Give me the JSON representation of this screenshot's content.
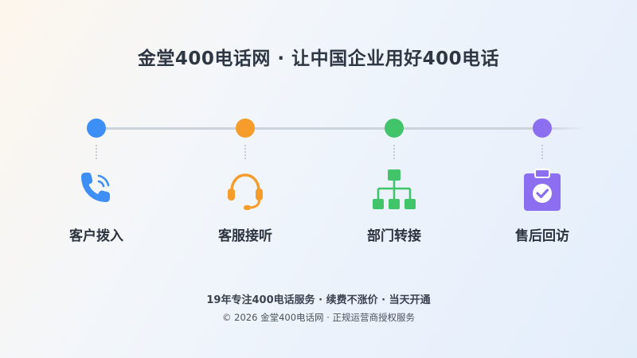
{
  "header": {
    "title": "金堂400电话网 · 让中国企业用好400电话"
  },
  "steps": [
    {
      "label": "客户拨入",
      "icon": "phone-icon",
      "color": "#3d8ef5"
    },
    {
      "label": "客服接听",
      "icon": "headset-icon",
      "color": "#f59c2a"
    },
    {
      "label": "部门转接",
      "icon": "org-chart-icon",
      "color": "#42c46b"
    },
    {
      "label": "售后回访",
      "icon": "clipboard-check-icon",
      "color": "#8b6ff0"
    }
  ],
  "footer": {
    "tagline": "19年专注400电话服务 · 续费不涨价 · 当天开通",
    "copyright": "© 2026 金堂400电话网 · 正规运营商授权服务"
  }
}
